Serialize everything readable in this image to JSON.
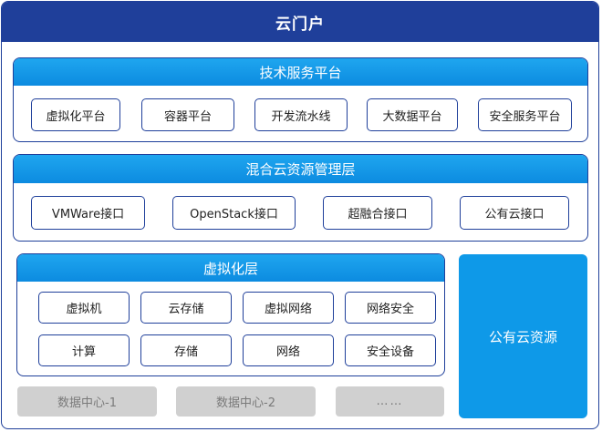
{
  "portal": {
    "title": "云门户"
  },
  "tech_platform": {
    "title": "技术服务平台",
    "items": [
      "虚拟化平台",
      "容器平台",
      "开发流水线",
      "大数据平台",
      "安全服务平台"
    ]
  },
  "hybrid_cloud": {
    "title": "混合云资源管理层",
    "items": [
      "VMWare接口",
      "OpenStack接口",
      "超融合接口",
      "公有云接口"
    ]
  },
  "virtualization": {
    "title": "虚拟化层",
    "row1": [
      "虚拟机",
      "云存储",
      "虚拟网络",
      "网络安全"
    ],
    "row2": [
      "计算",
      "存储",
      "网络",
      "安全设备"
    ]
  },
  "public_cloud": {
    "label": "公有云资源"
  },
  "datacenters": [
    "数据中心-1",
    "数据中心-2",
    "……"
  ],
  "colors": {
    "navy": "#1f3f9a",
    "blue": "#0c8be0",
    "public_cloud": "#0e99e8",
    "datacenter": "#d0d0d0"
  }
}
